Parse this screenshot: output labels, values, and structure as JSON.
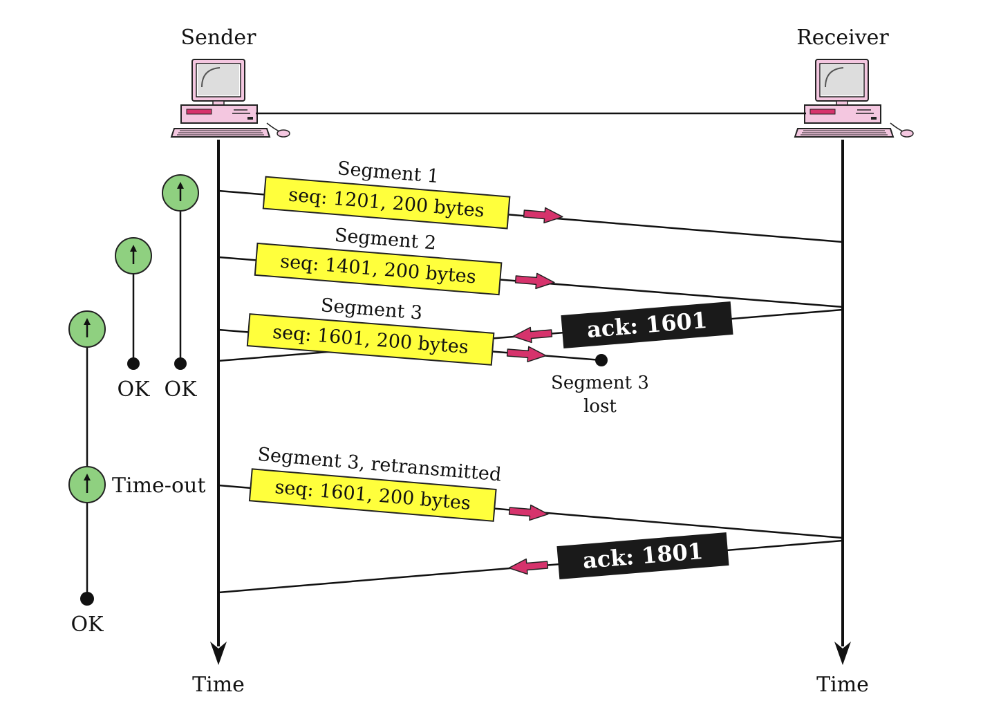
{
  "actors": {
    "sender": "Sender",
    "receiver": "Receiver",
    "time_left": "Time",
    "time_right": "Time"
  },
  "segments": [
    {
      "title": "Segment 1",
      "seq": "seq: 1201, 200 bytes"
    },
    {
      "title": "Segment 2",
      "seq": "seq: 1401, 200 bytes"
    },
    {
      "title": "Segment 3",
      "seq": "seq: 1601, 200 bytes"
    },
    {
      "title": "Segment 3, retransmitted",
      "seq": "seq: 1601, 200 bytes"
    }
  ],
  "acks": [
    {
      "label": "ack: 1601"
    },
    {
      "label": "ack: 1801"
    }
  ],
  "loss": {
    "line1": "Segment 3",
    "line2": "lost"
  },
  "timers": {
    "ok_labels": [
      "OK",
      "OK",
      "OK"
    ],
    "timeout_label": "Time-out"
  },
  "colors": {
    "segment_fill": "#ffff3c",
    "ack_fill": "#1a1a1a",
    "arrow_fill": "#d6336c",
    "timer_fill": "#8fd080",
    "computer_case": "#f4c7e0"
  },
  "icons": [
    "computer-icon",
    "timer-icon",
    "direction-arrow-icon",
    "time-arrowhead-icon"
  ]
}
